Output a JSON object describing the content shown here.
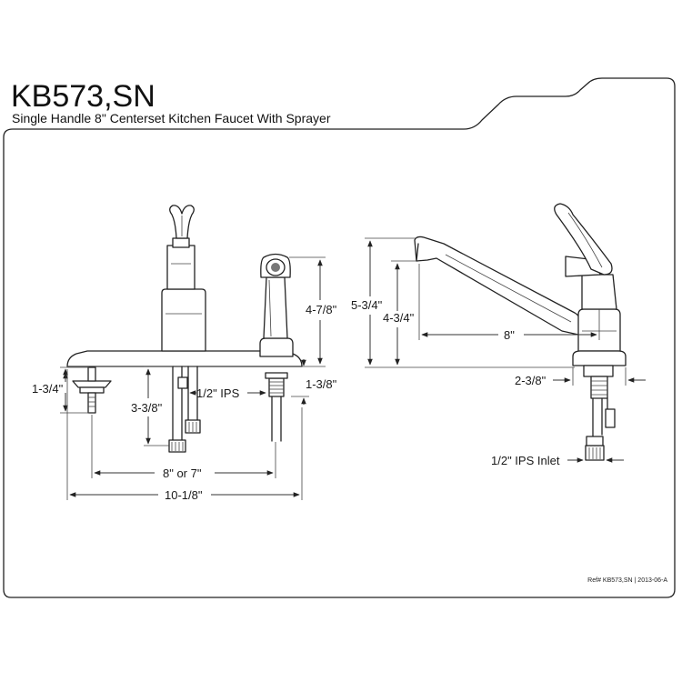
{
  "header": {
    "title": "KB573,SN",
    "subtitle": "Single Handle 8\" Centerset Kitchen Faucet With Sprayer"
  },
  "dimensions": {
    "deck_mount_height": "1-3/4\"",
    "shank_length": "3-3/8\"",
    "supply_thread": "1/2\" IPS",
    "sprayer_height": "4-7/8\"",
    "sprayer_shank": "1-3/8\"",
    "center_spacing": "8\" or 7\"",
    "overall_width": "10-1/8\"",
    "overall_height": "5-3/4\"",
    "spout_height": "4-3/4\"",
    "spout_reach": "8\"",
    "base_diameter": "2-3/8\"",
    "inlet_thread": "1/2\" IPS Inlet"
  },
  "footer": {
    "reference": "Ref# KB573,SN | 2013-06-A"
  },
  "colors": {
    "line": "#222222",
    "background": "#ffffff"
  }
}
